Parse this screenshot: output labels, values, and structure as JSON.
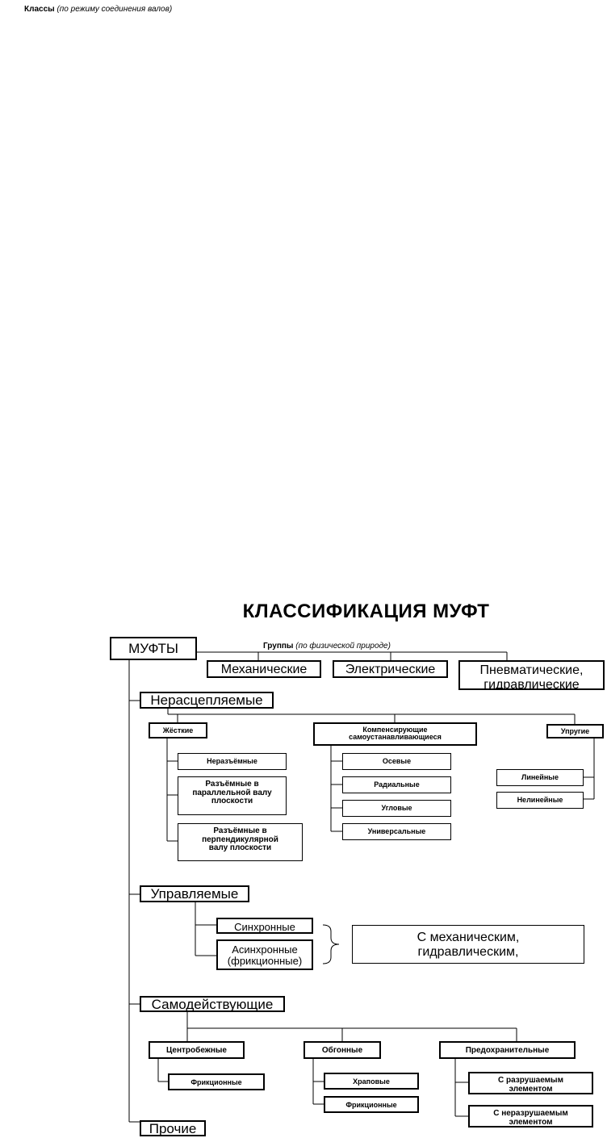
{
  "header": {
    "classes_label": "Классы",
    "classes_note": "(по режиму соединения валов)"
  },
  "diagram": {
    "title": "КЛАССИФИКАЦИЯ МУФТ",
    "root": "МУФТЫ",
    "groups_label": "Группы",
    "groups_note": "(по физической природе)",
    "groups": [
      "Механические",
      "Электрические",
      "Пневматические,\nгидравлические"
    ],
    "classes": {
      "nonseparable": "Нерасцепляемые",
      "controlled": "Управляемые",
      "selfacting": "Самодействующие",
      "other": "Прочие"
    },
    "rigid": {
      "label": "Жёсткие",
      "items": [
        "Неразъёмные",
        "Разъёмные в\nпараллельной валу\nплоскости",
        "Разъёмные в\nперпендикулярной\nвалу плоскости"
      ]
    },
    "compensating": {
      "label": "Компенсирующие\nсамоустанавливающиеся",
      "items": [
        "Осевые",
        "Радиальные",
        "Угловые",
        "Универсальные"
      ]
    },
    "elastic": {
      "label": "Упругие",
      "items": [
        "Линейные",
        "Нелинейные"
      ]
    },
    "controlled_items": [
      "Синхронные",
      "Асинхронные\n(фрикционные)"
    ],
    "controlled_note": "С механическим,\nгидравлическим,",
    "centrifugal": {
      "label": "Центробежные",
      "items": [
        "Фрикционные"
      ]
    },
    "overrunning": {
      "label": "Обгонные",
      "items": [
        "Храповые",
        "Фрикционные"
      ]
    },
    "safety": {
      "label": "Предохранительные",
      "items": [
        "С разрушаемым\nэлементом",
        "С неразрушаемым\nэлементом"
      ]
    }
  }
}
